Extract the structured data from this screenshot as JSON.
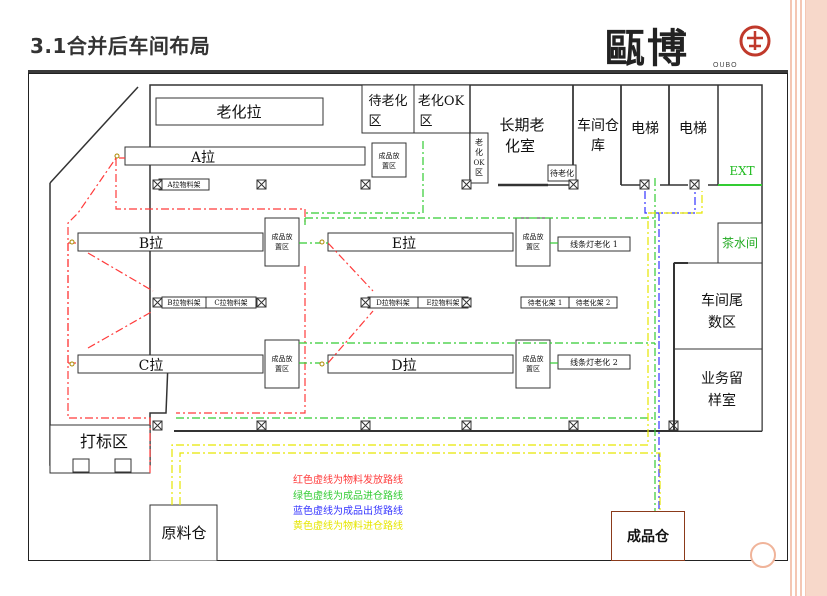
{
  "slide": {
    "title": "3.1合并后车间布局"
  },
  "logo": {
    "name": "甌博",
    "subtitle": "OUBO"
  },
  "layout": {
    "rooms": {
      "aging_line": "老化拉",
      "wait_aging_1": "待老化",
      "wait_aging_2": "区",
      "aging_ok_1": "老化OK",
      "aging_ok_2": "区",
      "long_aging_1": "长期老",
      "long_aging_2": "化室",
      "workshop_store_1": "车间仓",
      "workshop_store_2": "库",
      "elevator_1": "电梯",
      "elevator_2": "电梯",
      "aging_ok_small": [
        "老",
        "化",
        "OK",
        "区"
      ],
      "wait_aging_rack": "待老化",
      "exit": "EXT",
      "tea_room": "茶水间",
      "tail_data_1": "车间尾",
      "tail_data_2": "数区",
      "sample_room_1": "业务留",
      "sample_room_2": "样室",
      "marking_area": "打标区",
      "raw_store": "原料仓",
      "finished_store": "成品仓"
    },
    "lines": {
      "a": "A拉",
      "b": "B拉",
      "c": "C拉",
      "d": "D拉",
      "e": "E拉"
    },
    "zones": {
      "product_zone_1": "成品放",
      "product_zone_2": "置区"
    },
    "racks": {
      "a_rack": "A拉物料架",
      "b_rack": "B拉物料架",
      "c_rack": "C拉物料架",
      "d_rack": "D拉物料架",
      "e_rack": "E拉物料架",
      "wait_rack_1": "待老化架 1",
      "wait_rack_2": "待老化架 2",
      "light_aging_1": "线条灯老化 1",
      "light_aging_2": "线条灯老化 2"
    },
    "legend": [
      {
        "text": "红色虚线为物料发放路线",
        "color": "#ff3b3b"
      },
      {
        "text": "绿色虚线为成品进仓路线",
        "color": "#33cc33"
      },
      {
        "text": "蓝色虚线为成品出货路线",
        "color": "#3333ff"
      },
      {
        "text": "黄色虚线为物料进仓路线",
        "color": "#e6e600"
      }
    ]
  }
}
